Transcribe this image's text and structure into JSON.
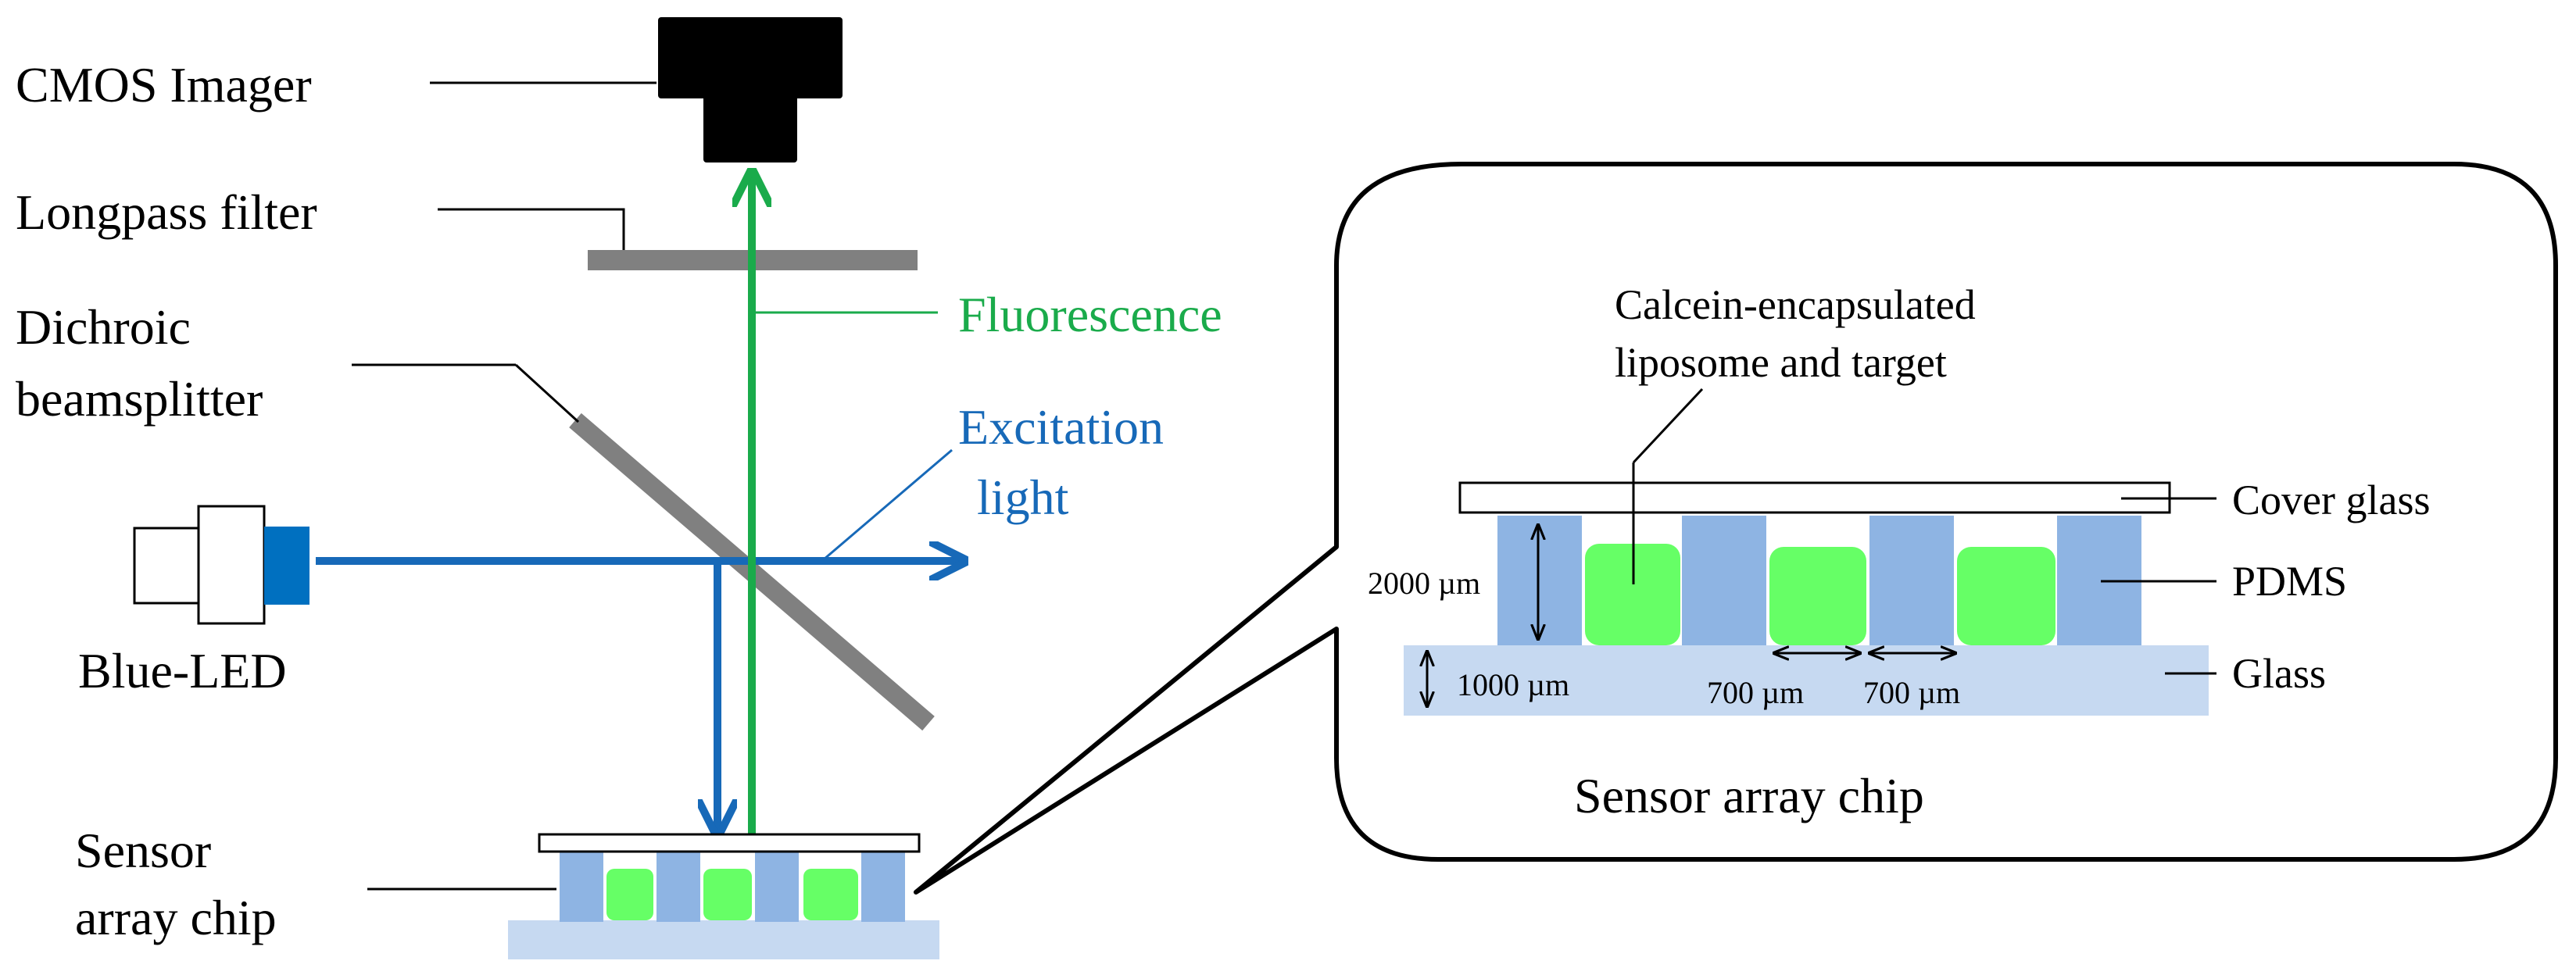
{
  "colors": {
    "fluorescence": "#1aab4b",
    "excitation": "#1769b8",
    "pdms": "#8eb4e3",
    "glass": "#c6d9f1",
    "liposome": "#66ff66",
    "filter": "#808080",
    "imager": "#000000",
    "led_head": "#0070c0"
  },
  "labels": {
    "cmos_imager": "CMOS Imager",
    "longpass_filter": "Longpass filter",
    "dichroic_line1": "Dichroic",
    "dichroic_line2": "beamsplitter",
    "blue_led": "Blue-LED",
    "sensor_line1": "Sensor",
    "sensor_line2": "array chip",
    "fluorescence": "Fluorescence",
    "excitation_line1": "Excitation",
    "excitation_line2": "light"
  },
  "inset": {
    "calcein_line1": "Calcein-encapsulated",
    "calcein_line2": "liposome and target",
    "cover_glass": "Cover glass",
    "pdms": "PDMS",
    "glass": "Glass",
    "dim_2000": "2000 µm",
    "dim_1000": "1000 µm",
    "dim_700_a": "700 µm",
    "dim_700_b": "700 µm",
    "title": "Sensor array chip"
  }
}
